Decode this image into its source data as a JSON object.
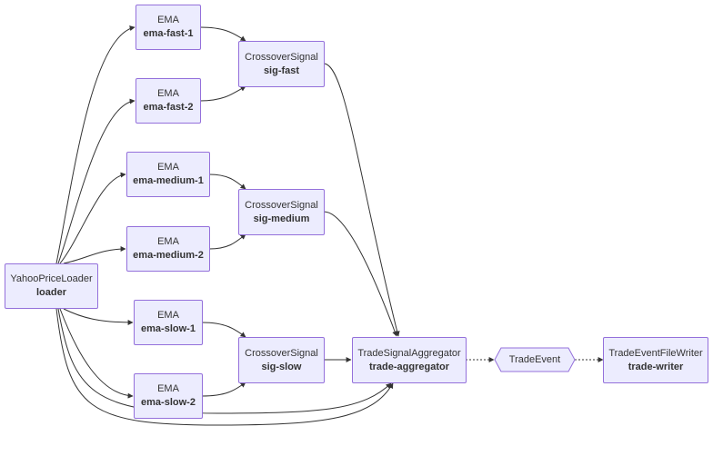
{
  "nodes": {
    "loader": {
      "type": "YahooPriceLoader",
      "name": "loader"
    },
    "ema_fast_1": {
      "type": "EMA",
      "name": "ema-fast-1"
    },
    "ema_fast_2": {
      "type": "EMA",
      "name": "ema-fast-2"
    },
    "ema_medium_1": {
      "type": "EMA",
      "name": "ema-medium-1"
    },
    "ema_medium_2": {
      "type": "EMA",
      "name": "ema-medium-2"
    },
    "ema_slow_1": {
      "type": "EMA",
      "name": "ema-slow-1"
    },
    "ema_slow_2": {
      "type": "EMA",
      "name": "ema-slow-2"
    },
    "sig_fast": {
      "type": "CrossoverSignal",
      "name": "sig-fast"
    },
    "sig_medium": {
      "type": "CrossoverSignal",
      "name": "sig-medium"
    },
    "sig_slow": {
      "type": "CrossoverSignal",
      "name": "sig-slow"
    },
    "aggregator": {
      "type": "TradeSignalAggregator",
      "name": "trade-aggregator"
    },
    "trade_event": {
      "label": "TradeEvent"
    },
    "writer": {
      "type": "TradeEventFileWriter",
      "name": "trade-writer"
    }
  },
  "edges": [
    {
      "from": "loader",
      "to": "ema-fast-1",
      "style": "solid"
    },
    {
      "from": "loader",
      "to": "ema-fast-2",
      "style": "solid"
    },
    {
      "from": "loader",
      "to": "ema-medium-1",
      "style": "solid"
    },
    {
      "from": "loader",
      "to": "ema-medium-2",
      "style": "solid"
    },
    {
      "from": "loader",
      "to": "ema-slow-1",
      "style": "solid"
    },
    {
      "from": "loader",
      "to": "ema-slow-2",
      "style": "solid"
    },
    {
      "from": "loader",
      "to": "trade-aggregator",
      "style": "solid"
    },
    {
      "from": "loader",
      "to": "trade-aggregator",
      "style": "solid"
    },
    {
      "from": "ema-fast-1",
      "to": "sig-fast",
      "style": "solid"
    },
    {
      "from": "ema-fast-2",
      "to": "sig-fast",
      "style": "solid"
    },
    {
      "from": "ema-medium-1",
      "to": "sig-medium",
      "style": "solid"
    },
    {
      "from": "ema-medium-2",
      "to": "sig-medium",
      "style": "solid"
    },
    {
      "from": "ema-slow-1",
      "to": "sig-slow",
      "style": "solid"
    },
    {
      "from": "ema-slow-2",
      "to": "sig-slow",
      "style": "solid"
    },
    {
      "from": "sig-fast",
      "to": "trade-aggregator",
      "style": "solid"
    },
    {
      "from": "sig-medium",
      "to": "trade-aggregator",
      "style": "solid"
    },
    {
      "from": "sig-slow",
      "to": "trade-aggregator",
      "style": "solid"
    },
    {
      "from": "trade-aggregator",
      "to": "TradeEvent",
      "style": "dotted"
    },
    {
      "from": "TradeEvent",
      "to": "trade-writer",
      "style": "dotted"
    }
  ],
  "colors": {
    "node_fill": "#ececfe",
    "node_border": "#9470db",
    "edge": "#333333",
    "text": "#333333"
  }
}
